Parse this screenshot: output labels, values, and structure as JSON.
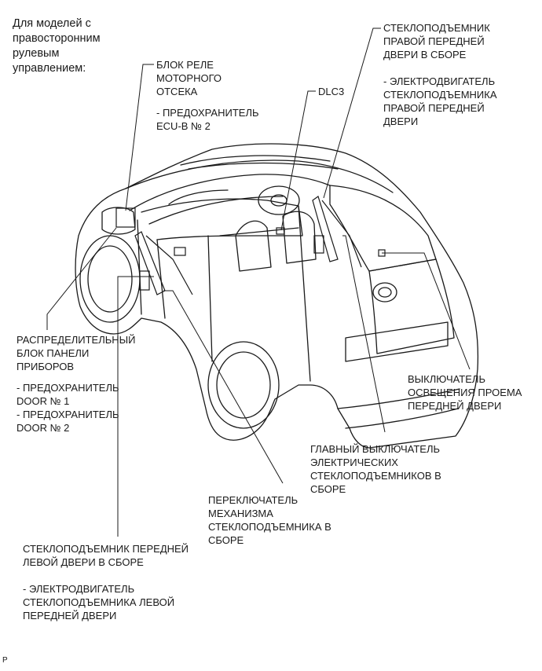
{
  "header_note": [
    "Для моделей с",
    "правосторонним",
    "рулевым",
    "управлением:"
  ],
  "labels": {
    "relay_block": {
      "title": [
        "БЛОК РЕЛЕ",
        "МОТОРНОГО",
        "ОТСЕКА"
      ],
      "sub": [
        "- ПРЕДОХРАНИТЕЛЬ",
        "ECU-B № 2"
      ]
    },
    "dlc3": "DLC3",
    "right_regulator": {
      "title": [
        "СТЕКЛОПОДЪЕМНИК",
        "ПРАВОЙ ПЕРЕДНЕЙ",
        "ДВЕРИ В СБОРЕ"
      ],
      "sub": [
        "- ЭЛЕКТРОДВИГАТЕЛЬ",
        "СТЕКЛОПОДЪЕМНИКА",
        "ПРАВОЙ ПЕРЕДНЕЙ",
        "ДВЕРИ"
      ]
    },
    "junction_block": {
      "title": [
        "РАСПРЕДЕЛИТЕЛЬНЫЙ",
        "БЛОК ПАНЕЛИ",
        "ПРИБОРОВ"
      ],
      "sub1": [
        "- ПРЕДОХРАНИТЕЛЬ",
        "DOOR № 1"
      ],
      "sub2": [
        "- ПРЕДОХРАНИТЕЛЬ",
        "DOOR № 2"
      ]
    },
    "courtesy_switch": [
      "ВЫКЛЮЧАТЕЛЬ",
      "ОСВЕЩЕНИЯ ПРОЕМА",
      "ПЕРЕДНЕЙ ДВЕРИ"
    ],
    "master_switch": [
      "ГЛАВНЫЙ ВЫКЛЮЧАТЕЛЬ",
      "ЭЛЕКТРИЧЕСКИХ",
      "СТЕКЛОПОДЪЕМНИКОВ В",
      "СБОРЕ"
    ],
    "window_switch": [
      "ПЕРЕКЛЮЧАТЕЛЬ",
      "МЕХАНИЗМА",
      "СТЕКЛОПОДЪЕМНИКА В",
      "СБОРЕ"
    ],
    "left_regulator": {
      "title": [
        "СТЕКЛОПОДЪЕМНИК ПЕРЕДНЕЙ",
        "ЛЕВОЙ ДВЕРИ В СБОРЕ"
      ],
      "sub": [
        "- ЭЛЕКТРОДВИГАТЕЛЬ",
        "СТЕКЛОПОДЪЕМНИКА ЛЕВОЙ",
        "ПЕРЕДНЕЙ ДВЕРИ"
      ]
    }
  },
  "footer_mark": "P",
  "colors": {
    "line": "#1a1a1a",
    "background": "#ffffff"
  }
}
